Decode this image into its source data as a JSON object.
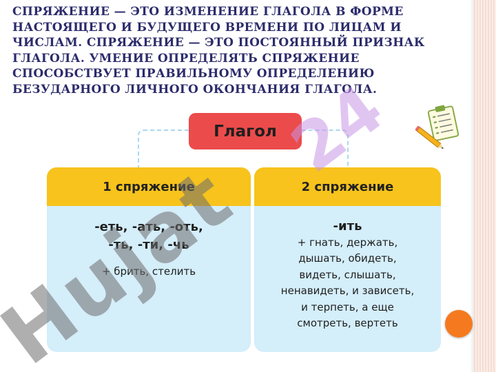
{
  "heading": "СПРЯЖЕНИЕ — ЭТО ИЗМЕНЕНИЕ ГЛАГОЛА В ФОРМЕ НАСТОЯЩЕГО И БУДУЩЕГО ВРЕМЕНИ ПО ЛИЦАМ И ЧИСЛАМ. СПРЯЖЕНИЕ — ЭТО ПОСТОЯННЫЙ ПРИЗНАК ГЛАГОЛА. УМЕНИЕ ОПРЕДЕЛЯТЬ СПРЯЖЕНИЕ СПОСОБСТВУЕТ ПРАВИЛЬНОМУ ОПРЕДЕЛЕНИЮ БЕЗУДАРНОГО ЛИЧНОГО ОКОНЧАНИЯ ГЛАГОЛА.",
  "diagram": {
    "root": "Глагол",
    "first": {
      "title": "1 спряжение",
      "endings": [
        "-еть, -ать, -оть,",
        "-ть, -ти, -чь"
      ],
      "note": [
        "+ брить, стелить"
      ]
    },
    "second": {
      "title": "2 спряжение",
      "endings": [
        "-ить"
      ],
      "note": [
        "+ гнать, держать,",
        "дышать, обидеть,",
        "видеть, слышать,",
        "ненавидеть, и зависеть,",
        "и терпеть, а еще",
        "смотреть, вертеть"
      ]
    }
  },
  "watermark": {
    "main": "Hujat",
    "corner": "24"
  },
  "colors": {
    "heading": "#2b2b6b",
    "root": "#ec4b4b",
    "column_head": "#f7c31c",
    "column_body": "#d4eefa",
    "accent_dot": "#f57a1f"
  },
  "icons": [
    "clipboard-pencil-icon",
    "orange-circle-icon"
  ]
}
